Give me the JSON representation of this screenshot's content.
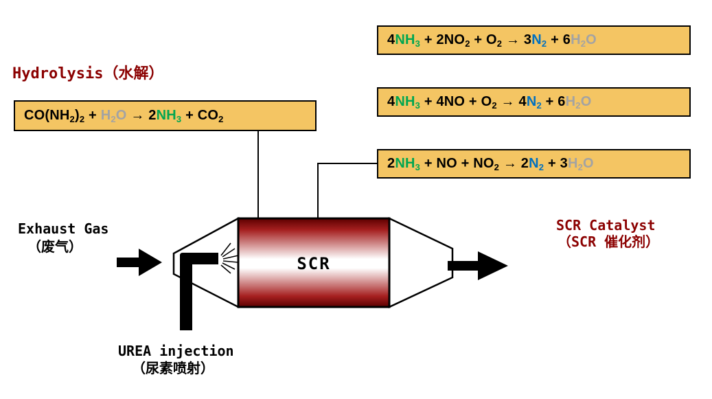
{
  "colors": {
    "box_bg": "#F4C563",
    "dark_red": "#8B0000",
    "green": "#00A651",
    "blue": "#0070C0",
    "gray": "#A3A3A3",
    "black": "#000000",
    "catalyst_dark": "#5c0000",
    "catalyst_red": "#a51f1f"
  },
  "labels": {
    "hydrolysis": "Hydrolysis（水解）",
    "exhaust_line1": "Exhaust Gas",
    "exhaust_line2": "（废气）",
    "scr_body": "SCR",
    "catalyst_line1": "SCR Catalyst",
    "catalyst_line2": "（SCR 催化剂）",
    "urea_line1": "UREA injection",
    "urea_line2": "（尿素喷射）"
  },
  "equations": {
    "no2_reaction": [
      {
        "t": "4"
      },
      {
        "t": "NH",
        "c": "green"
      },
      {
        "t": "3",
        "c": "green",
        "sub": true
      },
      {
        "t": " + 2NO"
      },
      {
        "t": "2",
        "sub": true
      },
      {
        "t": " + O"
      },
      {
        "t": "2",
        "sub": true
      },
      {
        "t": " → 3"
      },
      {
        "t": "N",
        "c": "blue"
      },
      {
        "t": "2",
        "c": "blue",
        "sub": true
      },
      {
        "t": " + 6"
      },
      {
        "t": "H",
        "c": "gray"
      },
      {
        "t": "2",
        "c": "gray",
        "sub": true
      },
      {
        "t": "O",
        "c": "gray"
      }
    ],
    "no_reaction": [
      {
        "t": "4"
      },
      {
        "t": "NH",
        "c": "green"
      },
      {
        "t": "3",
        "c": "green",
        "sub": true
      },
      {
        "t": " + 4NO + O"
      },
      {
        "t": "2",
        "sub": true
      },
      {
        "t": " → 4"
      },
      {
        "t": "N",
        "c": "blue"
      },
      {
        "t": "2",
        "c": "blue",
        "sub": true
      },
      {
        "t": " + 6"
      },
      {
        "t": "H",
        "c": "gray"
      },
      {
        "t": "2",
        "c": "gray",
        "sub": true
      },
      {
        "t": "O",
        "c": "gray"
      }
    ],
    "fast_reaction": [
      {
        "t": "2"
      },
      {
        "t": "NH",
        "c": "green"
      },
      {
        "t": "3",
        "c": "green",
        "sub": true
      },
      {
        "t": " + NO + NO"
      },
      {
        "t": "2",
        "sub": true
      },
      {
        "t": " → 2"
      },
      {
        "t": "N",
        "c": "blue"
      },
      {
        "t": "2",
        "c": "blue",
        "sub": true
      },
      {
        "t": " + 3"
      },
      {
        "t": "H",
        "c": "gray"
      },
      {
        "t": "2",
        "c": "gray",
        "sub": true
      },
      {
        "t": "O",
        "c": "gray"
      }
    ],
    "hydrolysis_reaction": [
      {
        "t": "CO(NH"
      },
      {
        "t": "2",
        "sub": true
      },
      {
        "t": ")"
      },
      {
        "t": "2",
        "sub": true
      },
      {
        "t": " + "
      },
      {
        "t": "H",
        "c": "gray"
      },
      {
        "t": "2",
        "c": "gray",
        "sub": true
      },
      {
        "t": "O",
        "c": "gray"
      },
      {
        "t": " → 2"
      },
      {
        "t": "NH",
        "c": "green"
      },
      {
        "t": "3",
        "c": "green",
        "sub": true
      },
      {
        "t": " + CO"
      },
      {
        "t": "2",
        "sub": true
      }
    ]
  }
}
